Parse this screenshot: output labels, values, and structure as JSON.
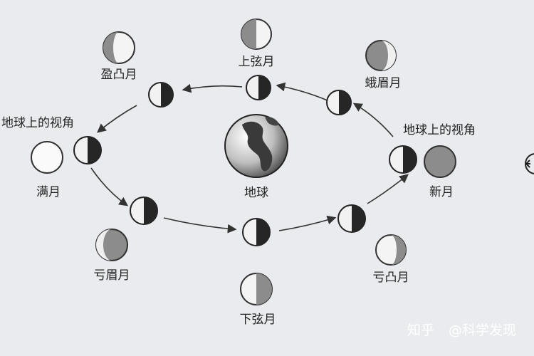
{
  "labels": {
    "earth": "地球",
    "waxing_crescent": "蛾眉月",
    "first_quarter": "上弦月",
    "waxing_gibbous": "盈凸月",
    "full_moon": "满月",
    "waning_crescent": "亏眉月",
    "last_quarter": "下弦月",
    "waning_gibbous": "亏凸月",
    "new_moon": "新月",
    "earth_view_left": "地球上的视角",
    "earth_view_right": "地球上的视角"
  },
  "watermark": {
    "brand": "知乎",
    "author": "@科学发现"
  }
}
